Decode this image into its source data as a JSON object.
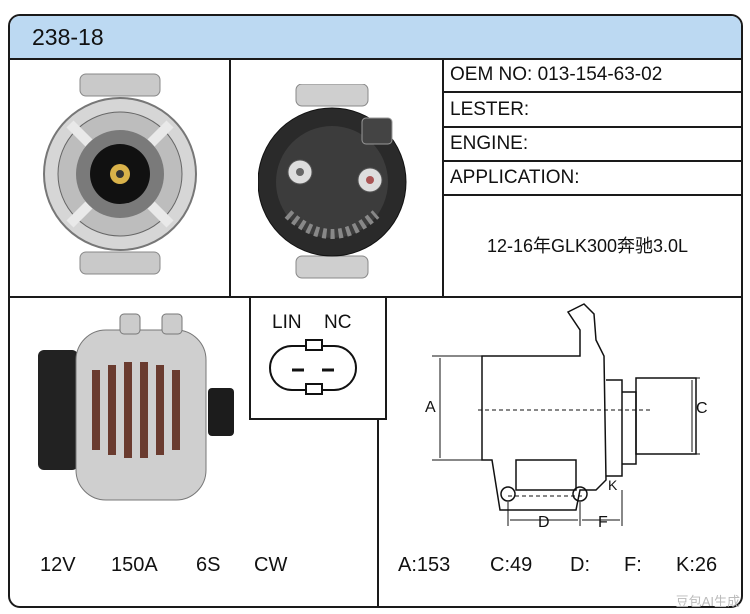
{
  "header": {
    "part_number": "238-18"
  },
  "specs": {
    "oem_label": "OEM NO: 013-154-63-02",
    "lester_label": "LESTER:",
    "engine_label": "ENGINE:",
    "application_label": "APPLICATION:",
    "application_value": "12-16年GLK300奔驰3.0L"
  },
  "electrical": {
    "voltage": "12V",
    "amperage": "150A",
    "pulley": "6S",
    "rotation": "CW"
  },
  "connector": {
    "pin1": "LIN",
    "pin2": "NC"
  },
  "dimensions": {
    "label_a": "A",
    "label_c": "C",
    "label_d": "D",
    "label_f": "F",
    "label_k": "K",
    "a_value": "A:153",
    "c_value": "C:49",
    "d_value": "D:",
    "f_value": "F:",
    "k_value": "K:26"
  },
  "watermark": "豆包AI生成",
  "colors": {
    "header_bg": "#bcd9f2",
    "border": "#1a1a1a"
  }
}
